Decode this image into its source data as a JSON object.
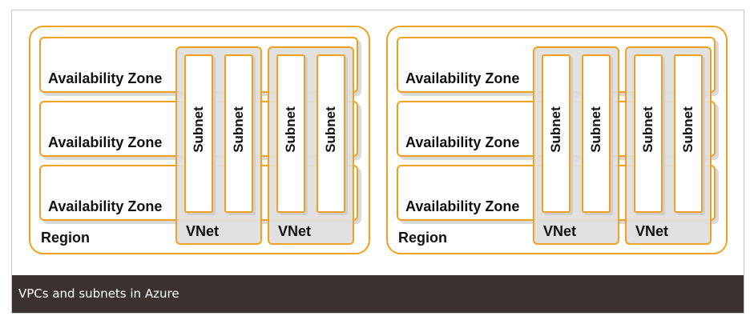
{
  "colors": {
    "border": "#f0a020",
    "caption_bg": "#3b3230",
    "caption_text": "#ffffff"
  },
  "regions": [
    {
      "label": "Region",
      "zones": [
        "Availability Zone",
        "Availability Zone",
        "Availability Zone"
      ],
      "vnets": [
        {
          "label": "VNet",
          "subnets": [
            "Subnet",
            "Subnet"
          ]
        },
        {
          "label": "VNet",
          "subnets": [
            "Subnet",
            "Subnet"
          ]
        }
      ]
    },
    {
      "label": "Region",
      "zones": [
        "Availability Zone",
        "Availability Zone",
        "Availability Zone"
      ],
      "vnets": [
        {
          "label": "VNet",
          "subnets": [
            "Subnet",
            "Subnet"
          ]
        },
        {
          "label": "VNet",
          "subnets": [
            "Subnet",
            "Subnet"
          ]
        }
      ]
    }
  ],
  "caption": "VPCs and subnets in Azure"
}
